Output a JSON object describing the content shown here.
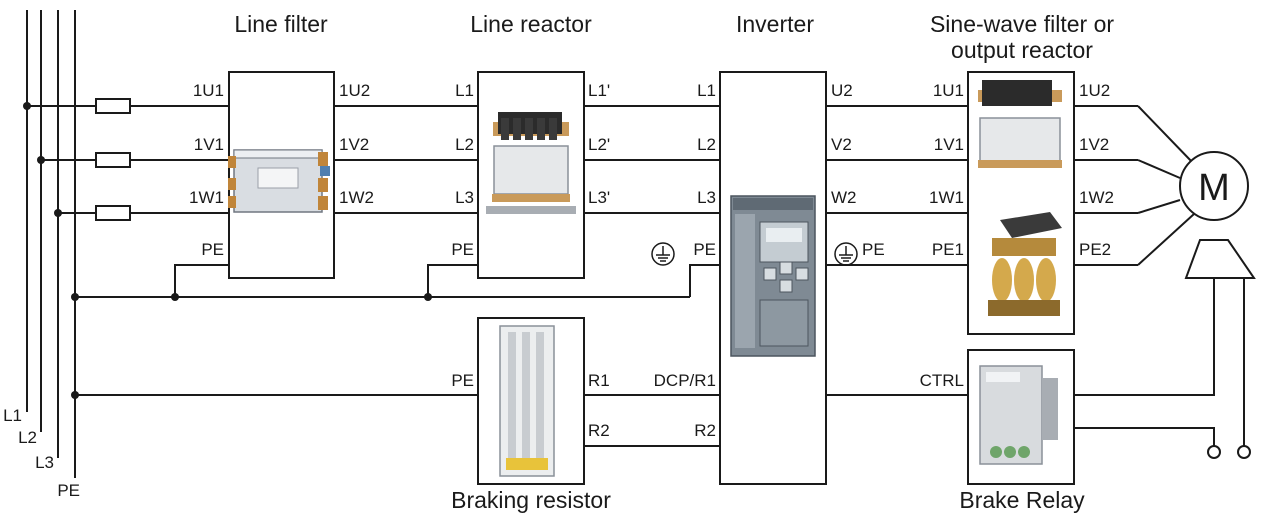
{
  "titles": {
    "line_filter": "Line filter",
    "line_reactor": "Line reactor",
    "inverter": "Inverter",
    "sine_filter_1": "Sine-wave filter or",
    "sine_filter_2": "output reactor",
    "braking_resistor": "Braking resistor",
    "brake_relay": "Brake Relay"
  },
  "bus": {
    "l1": "L1",
    "l2": "L2",
    "l3": "L3",
    "pe": "PE"
  },
  "line_filter": {
    "in_1": "1U1",
    "in_2": "1V1",
    "in_3": "1W1",
    "pe": "PE",
    "out_1": "1U2",
    "out_2": "1V2",
    "out_3": "1W2"
  },
  "line_reactor": {
    "in_1": "L1",
    "in_2": "L2",
    "in_3": "L3",
    "pe": "PE",
    "out_1": "L1'",
    "out_2": "L2'",
    "out_3": "L3'"
  },
  "inverter": {
    "in_1": "L1",
    "in_2": "L2",
    "in_3": "L3",
    "pe_in": "PE",
    "dcp": "DCP/R1",
    "r2": "R2",
    "out_1": "U2",
    "out_2": "V2",
    "out_3": "W2",
    "pe_out": "PE"
  },
  "sine_filter": {
    "in_1": "1U1",
    "in_2": "1V1",
    "in_3": "1W1",
    "pe_in": "PE1",
    "out_1": "1U2",
    "out_2": "1V2",
    "out_3": "1W2",
    "pe_out": "PE2"
  },
  "braking_resistor": {
    "pe": "PE",
    "r1": "R1",
    "r2": "R2"
  },
  "brake_relay": {
    "ctrl": "CTRL"
  },
  "motor": {
    "label": "M"
  }
}
